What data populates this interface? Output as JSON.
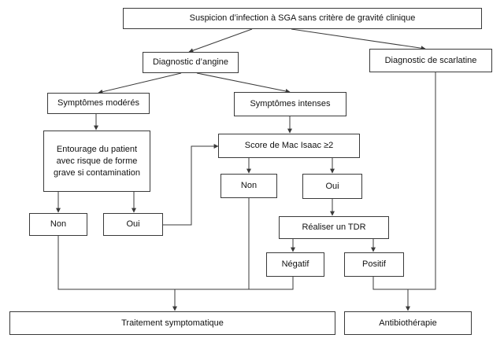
{
  "flowchart": {
    "nodes": {
      "suspicion": "Suspicion d’infection à SGA sans critère de gravité clinique",
      "angine": "Diagnostic d’angine",
      "scarlatine": "Diagnostic de scarlatine",
      "moderes": "Symptômes modérés",
      "intenses": "Symptômes intenses",
      "entourage": "Entourage du patient avec risque de forme grave si contamination",
      "mac_isaac": "Score de Mac Isaac ≥2",
      "non_left": "Non",
      "oui_left": "Oui",
      "non_mid": "Non",
      "oui_mid": "Oui",
      "tdr": "Réaliser un TDR",
      "negatif": "Négatif",
      "positif": "Positif",
      "traitement": "Traitement symptomatique",
      "antibio": "Antibiothérapie"
    },
    "colors": {
      "line": "#3a3a3a",
      "box_border": "#3a3a3a",
      "text": "#111111"
    }
  }
}
